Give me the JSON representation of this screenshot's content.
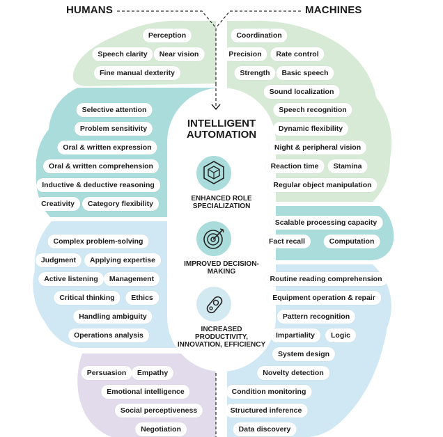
{
  "header": {
    "humans_label": "HUMANS",
    "machines_label": "MACHINES"
  },
  "center": {
    "title": "INTELLIGENT AUTOMATION",
    "benefits": [
      {
        "label": "ENHANCED ROLE SPECIALIZATION",
        "icon": "cube-icon"
      },
      {
        "label": "IMPROVED DECISION-MAKING",
        "icon": "target-icon"
      },
      {
        "label": "INCREASED PRODUCTIVITY, INNOVATION, EFFICIENCY",
        "icon": "gear-icon"
      }
    ]
  },
  "colors": {
    "green": "#d6ead6",
    "teal": "#a9dcdb",
    "blue": "#cfe8f3",
    "lavender": "#e2dbeb",
    "pill_bg": "#ffffff",
    "text": "#1c1c1c"
  },
  "humans": {
    "perception_cluster": [
      "Perception",
      "Speech clarity",
      "Near vision",
      "Fine manual dexterity"
    ],
    "attention_cluster": [
      "Selective attention",
      "Problem sensitivity",
      "Oral & written expression",
      "Oral & written comprehension",
      "Inductive & deductive reasoning",
      "Creativity",
      "Category flexibility"
    ],
    "reasoning_cluster": [
      "Complex problem-solving",
      "Judgment",
      "Applying expertise",
      "Active listening",
      "Management",
      "Critical thinking",
      "Ethics",
      "Handling ambiguity",
      "Operations analysis"
    ],
    "social_cluster": [
      "Persuasion",
      "Empathy",
      "Emotional intelligence",
      "Social perceptiveness",
      "Negotiation"
    ]
  },
  "machines": {
    "physical_cluster": [
      "Coordination",
      "Precision",
      "Rate control",
      "Strength",
      "Basic speech",
      "Sound localization",
      "Speech recognition",
      "Dynamic flexibility",
      "Night & peripheral vision",
      "Reaction time",
      "Stamina",
      "Regular object manipulation"
    ],
    "processing_cluster": [
      "Scalable processing capacity",
      "Fact recall",
      "Computation"
    ],
    "analysis_cluster": [
      "Routine reading comprehension",
      "Equipment operation & repair",
      "Pattern recognition",
      "Impartiality",
      "Logic",
      "System design",
      "Novelty detection",
      "Condition monitoring",
      "Structured inference",
      "Data discovery"
    ]
  }
}
